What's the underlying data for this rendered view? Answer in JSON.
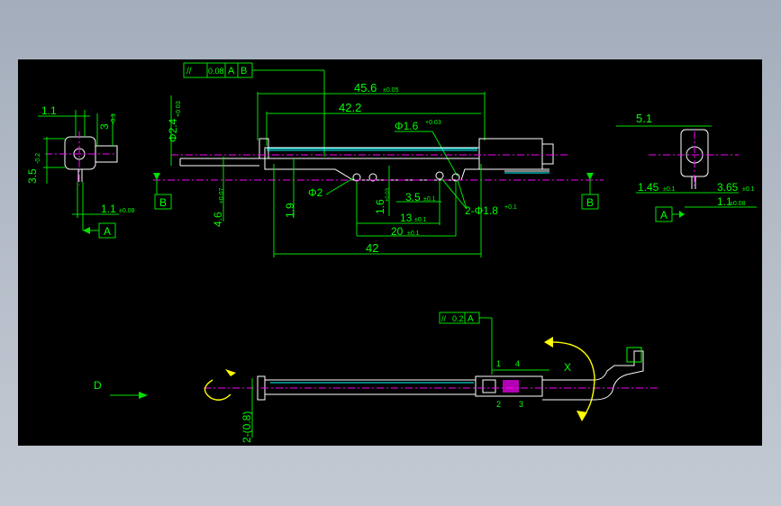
{
  "drawing": {
    "top_view": {
      "flatness_frame": [
        "//",
        "0.08",
        "A",
        "B"
      ],
      "dim_overall": "45.6",
      "dim_overall_tol": "±0.05",
      "dim_422": "42.2",
      "dim_hole16": "Φ1.6",
      "dim_hole16_tol": "+0.03",
      "dim_phi2": "Φ2",
      "dim_19": "1.9",
      "dim_16": "1.6",
      "dim_16_tol": "±0.03",
      "dim_35": "3.5",
      "dim_35_tol": "±0.1",
      "dim_13": "13",
      "dim_13_tol": "±0.1",
      "dim_20": "20",
      "dim_20_tol": "±0.1",
      "dim_2x18": "2-Φ1.8",
      "dim_2x18_tol": "+0.1",
      "dim_42": "42",
      "dim_46": "4.6",
      "dim_46_tol": "±0.07",
      "dim_24": "Φ2.4",
      "dim_24_tol": "+0.03",
      "datum_B": "B"
    },
    "left_view": {
      "dim_11": "1.1",
      "dim_3": "3",
      "dim_3_tol": "-0.1",
      "dim_35": "3.5",
      "dim_35_tol": "-0.2",
      "dim_11b": "1.1",
      "dim_11b_tol": "±0.08",
      "datum_A": "A"
    },
    "right_view": {
      "dim_51": "5.1",
      "dim_145": "1.45",
      "dim_145_tol": "±0.1",
      "dim_365": "3.65",
      "dim_365_tol": "±0.1",
      "dim_11": "1.1",
      "dim_11_tol": "±0.08",
      "datum_A": "A",
      "datum_B": "B"
    },
    "bottom_view": {
      "flatness_frame": [
        "//",
        "0.2",
        "A"
      ],
      "label_D": "D",
      "label_X": "X",
      "dim_08": "2-(0.8)",
      "tag_1": "1",
      "tag_4": "4",
      "tag_2": "2",
      "tag_3": "3"
    }
  },
  "colors": {
    "background": "#000000",
    "dimension": "#00ff00",
    "part": "#ffffff",
    "centerline": "#ff00ff",
    "spring": "#00ffff",
    "arrow": "#ffff00"
  }
}
